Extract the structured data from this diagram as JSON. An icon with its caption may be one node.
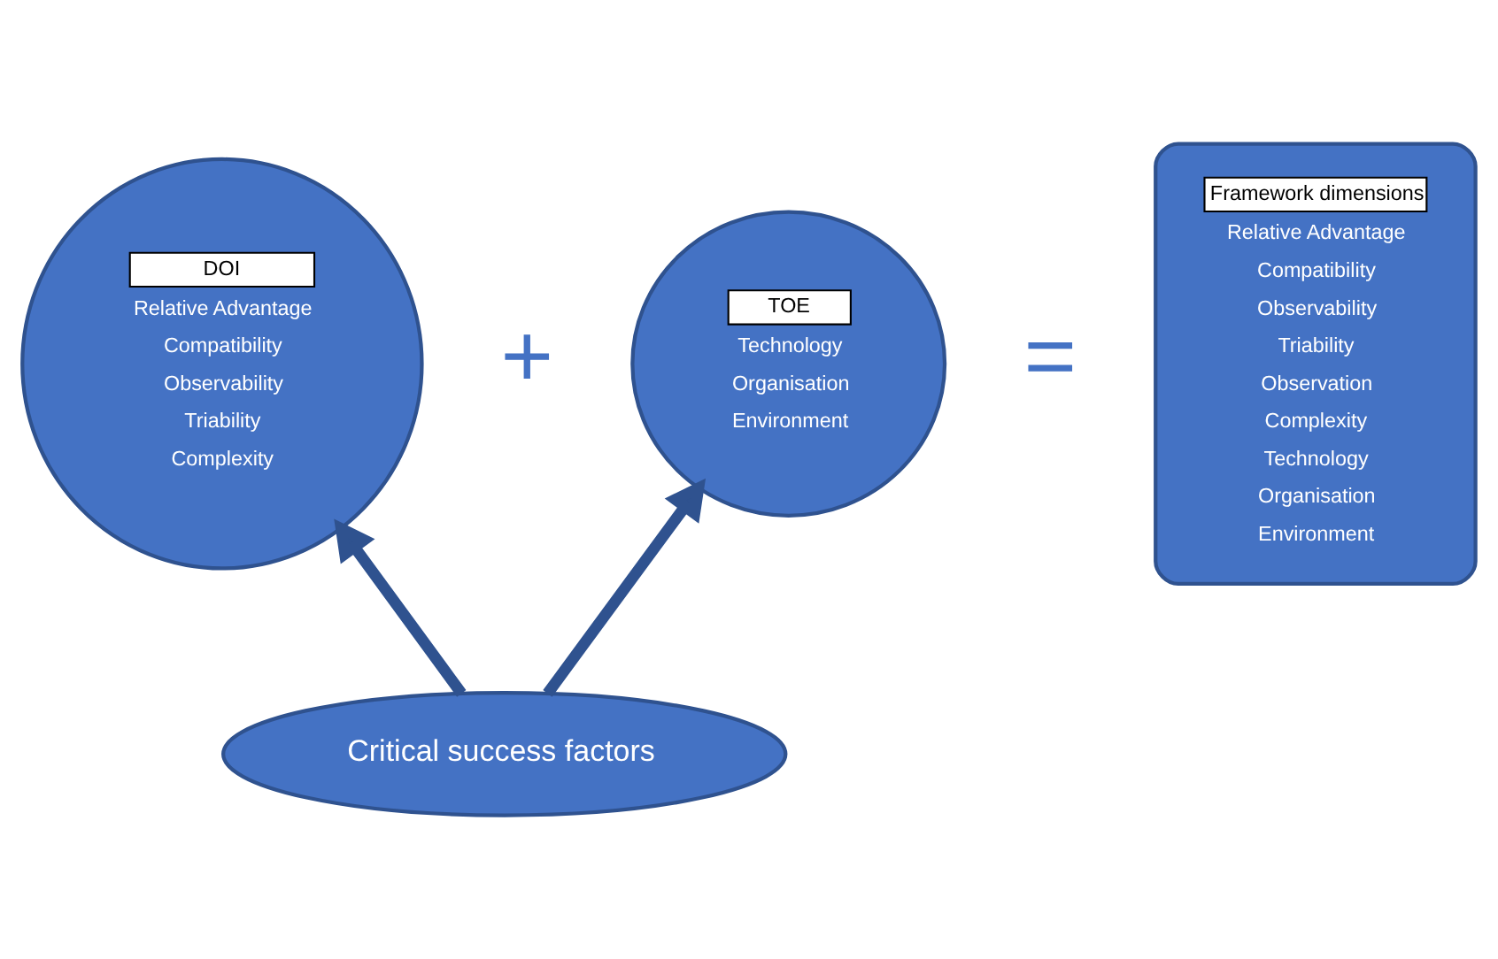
{
  "diagram": {
    "nodes": [
      {
        "text": [
          "DOI",
          "Relative Advantage",
          "Compatibility",
          "Observability",
          "Triability",
          "Complexity"
        ]
      },
      {
        "text": [
          "TOE",
          "Technology",
          "Organisation",
          "Environment"
        ]
      },
      {
        "text": [
          "Framework dimensions",
          "Relative Advantage",
          "Compatibility",
          "Observability",
          "Triability",
          "Observation",
          "Complexity",
          "Technology",
          "Organisation",
          "Environment"
        ]
      },
      {
        "text": [
          "Critical success factors"
        ]
      }
    ],
    "edges": [
      {
        "from": 3,
        "to": 0,
        "arrow": "to"
      },
      {
        "from": 3,
        "to": 1,
        "arrow": "to"
      }
    ],
    "labels": [
      "+",
      "="
    ]
  }
}
